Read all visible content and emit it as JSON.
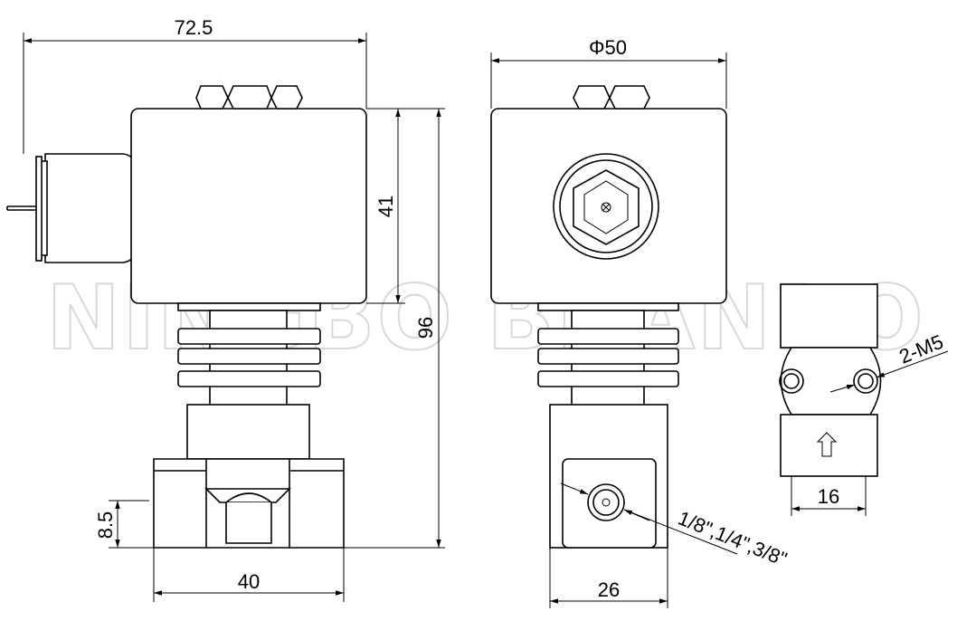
{
  "watermark": "NINGBO BRANDO",
  "dimensions": {
    "overall_length": "72.5",
    "coil_diameter": "Φ50",
    "coil_height": "41",
    "overall_height": "96",
    "port_height": "8.5",
    "body_length": "40",
    "body_width": "26",
    "port_size": "1/8\",1/4\",3/8\"",
    "mount_thread": "2-M5",
    "mount_spacing": "16"
  }
}
